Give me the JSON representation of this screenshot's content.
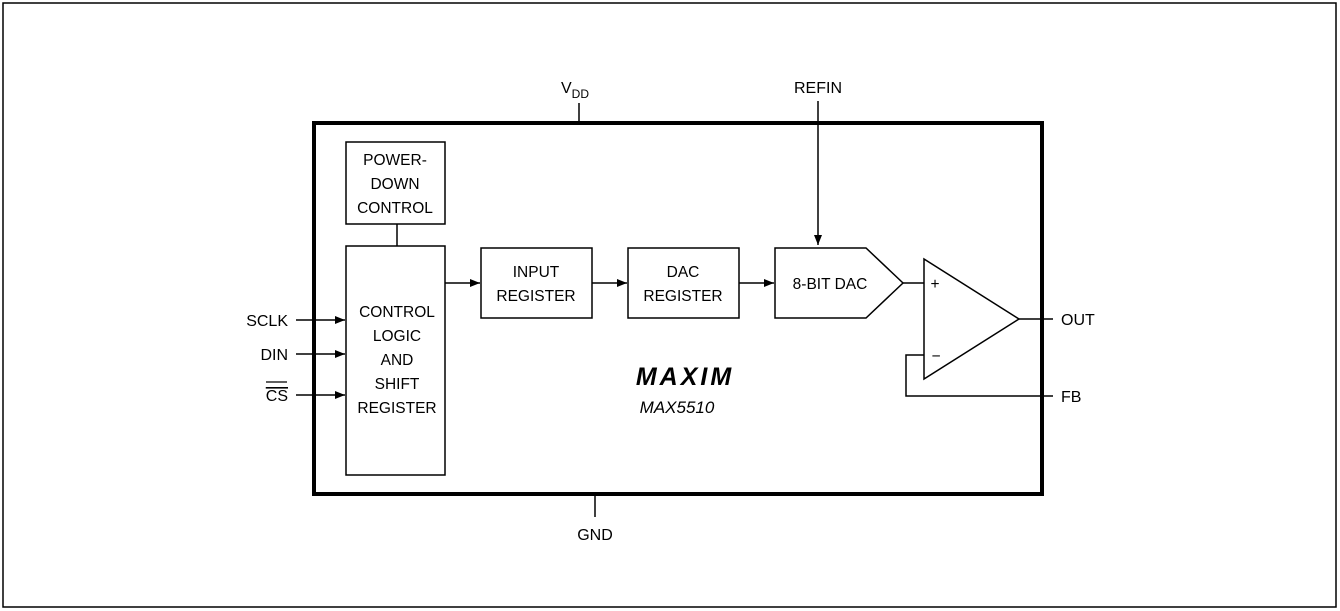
{
  "pins": {
    "vdd": {
      "main": "V",
      "sub": "DD"
    },
    "refin": "REFIN",
    "gnd": "GND",
    "sclk": "SCLK",
    "din": "DIN",
    "cs": "CS",
    "out": "OUT",
    "fb": "FB"
  },
  "blocks": {
    "power_down": [
      "POWER-",
      "DOWN",
      "CONTROL"
    ],
    "control_logic": [
      "CONTROL",
      "LOGIC",
      "AND",
      "SHIFT",
      "REGISTER"
    ],
    "input_register": [
      "INPUT",
      "REGISTER"
    ],
    "dac_register": [
      "DAC",
      "REGISTER"
    ],
    "dac": "8-BIT DAC"
  },
  "amp": {
    "plus": "+",
    "minus": "−"
  },
  "branding": {
    "logo": "MAXIM",
    "part": "MAX5510"
  }
}
